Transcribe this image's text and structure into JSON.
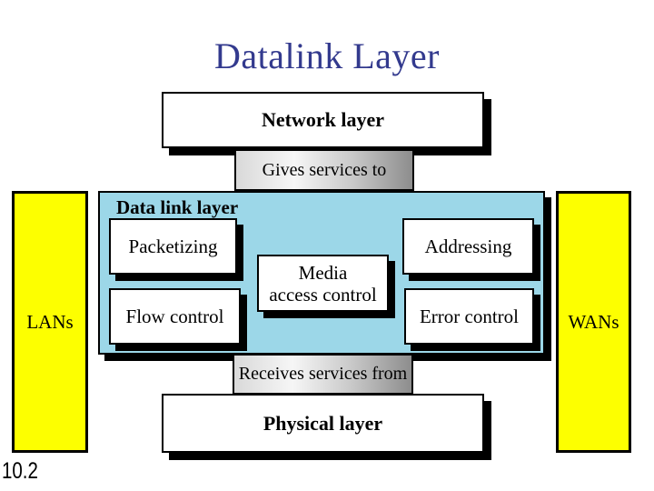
{
  "slide": {
    "title": "Datalink Layer",
    "page_number": "10.2",
    "colors": {
      "title_text": "#333a8e",
      "data_link_panel_fill": "#9cd7e8",
      "side_bar_fill": "#fdff00",
      "shadow": "#000000",
      "box_fill": "#ffffff"
    },
    "diagram": {
      "network_layer_label": "Network layer",
      "gives_services_label": "Gives services to",
      "data_link_layer_label": "Data link layer",
      "packetizing_label": "Packetizing",
      "addressing_label": "Addressing",
      "media_access_label_line1": "Media",
      "media_access_label_line2": "access control",
      "flow_control_label": "Flow control",
      "error_control_label": "Error control",
      "receives_services_label": "Receives services from",
      "physical_layer_label": "Physical layer",
      "lans_label": "LANs",
      "wans_label": "WANs"
    }
  }
}
